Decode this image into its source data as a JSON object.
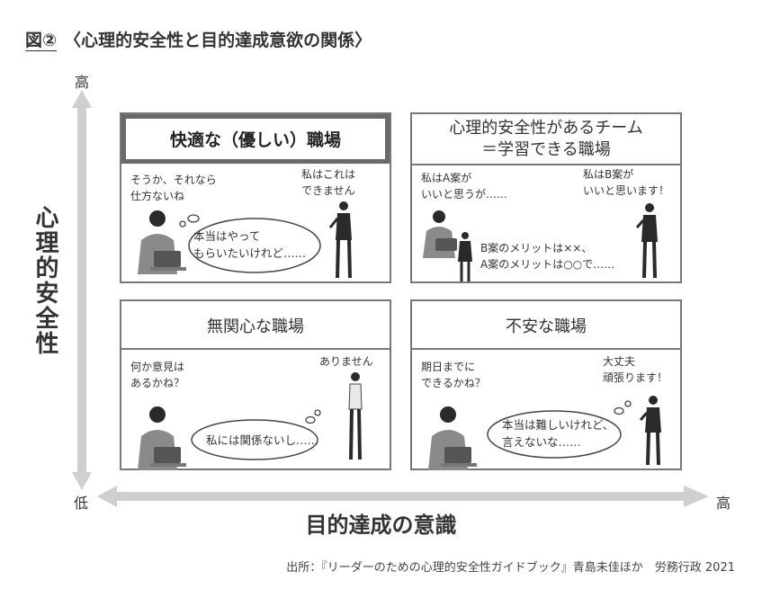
{
  "title": {
    "figure_no": "図②",
    "text": "〈心理的安全性と目的達成意欲の関係〉"
  },
  "axes": {
    "y_label": "心理的安全性",
    "y_high": "高",
    "y_low": "低",
    "x_label": "目的達成の意識",
    "x_high": "高"
  },
  "quadrants": {
    "top_left": {
      "title": "快適な（優しい）職場",
      "speech_left": "そうか、それなら\n仕方ないね",
      "speech_right": "私はこれは\nできません",
      "thought": "本当はやって\nもらいたいけれど……"
    },
    "top_right": {
      "title": "心理的安全性があるチーム\n＝学習できる職場",
      "speech_left": "私はA案が\nいいと思うが……",
      "speech_right": "私はB案が\nいいと思います！",
      "speech_middle": "B案のメリットは××、\nA案のメリットは○○で……"
    },
    "bottom_left": {
      "title": "無関心な職場",
      "speech_left": "何か意見は\nあるかね？",
      "speech_right": "ありません",
      "thought": "私には関係ないし……"
    },
    "bottom_right": {
      "title": "不安な職場",
      "speech_left": "期日までに\nできるかね？",
      "speech_right": "大丈夫\n頑張ります！",
      "thought": "本当は難しいけれど、\n言えないな……"
    }
  },
  "source": "出所：『リーダーのための心理的安全性ガイドブック』青島未佳ほか　労務行政 2021",
  "colors": {
    "arrow": "#cfcfcf",
    "border": "#777777",
    "figure": "#2a2a2a"
  }
}
